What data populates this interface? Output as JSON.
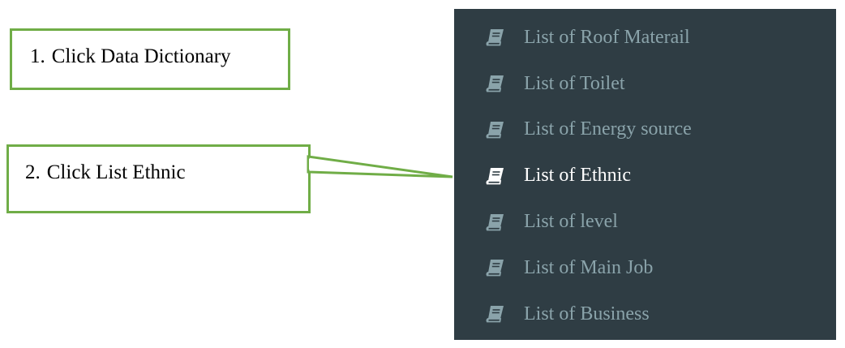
{
  "callouts": [
    {
      "number": "1.",
      "text": "Click Data Dictionary"
    },
    {
      "number": "2.",
      "text": "Click List Ethnic"
    }
  ],
  "sidebar": {
    "active_index": 3,
    "colors": {
      "background": "#2f3d44",
      "text": "#8aa3aa",
      "active_text": "#ffffff",
      "callout_border": "#70ad47"
    },
    "items": [
      {
        "label": "List of Roof Materail",
        "icon": "book-icon"
      },
      {
        "label": "List of Toilet",
        "icon": "book-icon"
      },
      {
        "label": "List of Energy source",
        "icon": "book-icon"
      },
      {
        "label": "List of Ethnic",
        "icon": "book-icon"
      },
      {
        "label": "List of level",
        "icon": "book-icon"
      },
      {
        "label": "List of Main Job",
        "icon": "book-icon"
      },
      {
        "label": "List of Business",
        "icon": "book-icon"
      }
    ]
  }
}
